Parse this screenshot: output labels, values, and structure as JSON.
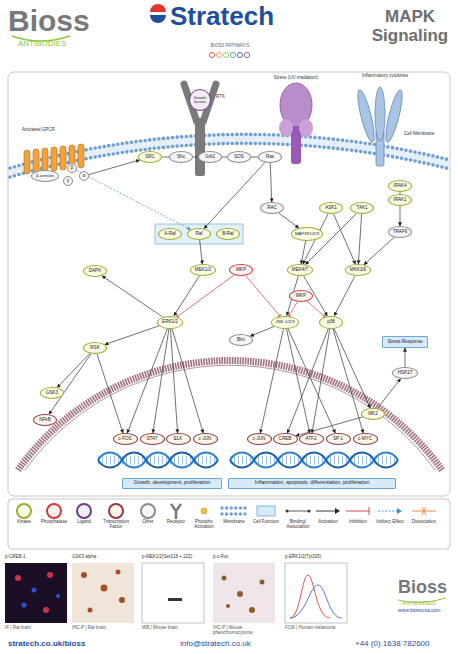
{
  "diagram": {
    "title": "MAPK Signaling",
    "nodes": [
      {
        "text": [
          "Growth factors"
        ]
      },
      {
        "text": [
          "β-arrestin"
        ]
      },
      {
        "text": [
          "β"
        ]
      },
      {
        "text": [
          "γ"
        ]
      },
      {
        "text": [
          "α"
        ]
      },
      {
        "text": [
          "SRC"
        ]
      },
      {
        "text": [
          "Shc"
        ]
      },
      {
        "text": [
          "Grb2"
        ]
      },
      {
        "text": [
          "SOS"
        ]
      },
      {
        "text": [
          "Ras"
        ]
      },
      {
        "text": [
          "RAC"
        ]
      },
      {
        "text": [
          "MAP3K1/2/3"
        ]
      },
      {
        "text": [
          "ASK1"
        ]
      },
      {
        "text": [
          "TAK1"
        ]
      },
      {
        "text": [
          "IRAK4"
        ]
      },
      {
        "text": [
          "IRAK1"
        ]
      },
      {
        "text": [
          "TRAF6"
        ]
      },
      {
        "text": [
          "A-Raf"
        ]
      },
      {
        "text": [
          "Raf"
        ]
      },
      {
        "text": [
          "B-Raf"
        ]
      },
      {
        "text": [
          "DAPK"
        ]
      },
      {
        "text": [
          "MEK1/2"
        ]
      },
      {
        "text": [
          "MKP"
        ]
      },
      {
        "text": [
          "MEK4/7"
        ]
      },
      {
        "text": [
          "MKK3/6"
        ]
      },
      {
        "text": [
          "MKP"
        ]
      },
      {
        "text": [
          "ERK1/2"
        ]
      },
      {
        "text": [
          "JNK 1/2/3"
        ]
      },
      {
        "text": [
          "p38"
        ]
      },
      {
        "text": [
          "Bim"
        ]
      },
      {
        "text": [
          "RSK"
        ]
      },
      {
        "text": [
          "Stress Response"
        ]
      },
      {
        "text": [
          "HSP27"
        ]
      },
      {
        "text": [
          "GSK3"
        ]
      },
      {
        "text": [
          "NFkB"
        ]
      },
      {
        "text": [
          "MK2"
        ]
      },
      {
        "text": [
          "c-FOS"
        ]
      },
      {
        "text": [
          "STAT"
        ]
      },
      {
        "text": [
          "ELK"
        ]
      },
      {
        "text": [
          "c-JUN"
        ]
      },
      {
        "text": [
          "c-JUN"
        ]
      },
      {
        "text": [
          "CREB"
        ]
      },
      {
        "text": [
          "ATF2"
        ]
      },
      {
        "text": [
          "SP-1"
        ]
      },
      {
        "text": [
          "c-MYC"
        ]
      },
      {
        "text": [
          "Growth, development, proliferation"
        ]
      },
      {
        "text": [
          "Inflammation, apoptosis, differentiation, proliferation"
        ]
      }
    ],
    "edges": [
      {
        "from": 4,
        "to": 5,
        "arrow": "to"
      },
      {
        "from": 5,
        "to": 6,
        "arrow": "none"
      },
      {
        "from": 6,
        "to": 7,
        "arrow": "none"
      },
      {
        "from": 7,
        "to": 8,
        "arrow": "none"
      },
      {
        "from": 8,
        "to": 9,
        "arrow": "none"
      },
      {
        "from": 2,
        "to": 18,
        "arrow": "to"
      },
      {
        "from": 9,
        "to": 18,
        "arrow": "to"
      },
      {
        "from": 9,
        "to": 10,
        "arrow": "to"
      },
      {
        "from": 10,
        "to": 11,
        "arrow": "to"
      },
      {
        "from": 12,
        "to": 23,
        "arrow": "to"
      },
      {
        "from": 12,
        "to": 24,
        "arrow": "to"
      },
      {
        "from": 13,
        "to": 24,
        "arrow": "to"
      },
      {
        "from": 13,
        "to": 23,
        "arrow": "to"
      },
      {
        "from": 14,
        "to": 15,
        "arrow": "none"
      },
      {
        "from": 15,
        "to": 16,
        "arrow": "to"
      },
      {
        "from": 16,
        "to": 24,
        "arrow": "to"
      },
      {
        "from": 11,
        "to": 23,
        "arrow": "to"
      },
      {
        "from": 18,
        "to": 21,
        "arrow": "to"
      },
      {
        "from": 21,
        "to": 26,
        "arrow": "to"
      },
      {
        "from": 22,
        "to": 26,
        "arrow": "to"
      },
      {
        "from": 22,
        "to": 27,
        "arrow": "to"
      },
      {
        "from": 23,
        "to": 27,
        "arrow": "to"
      },
      {
        "from": 24,
        "to": 28,
        "arrow": "to"
      },
      {
        "from": 23,
        "to": 28,
        "arrow": "to"
      },
      {
        "from": 25,
        "to": 27,
        "arrow": "to"
      },
      {
        "from": 25,
        "to": 28,
        "arrow": "to"
      },
      {
        "from": 26,
        "to": 20,
        "arrow": "to"
      },
      {
        "from": 26,
        "to": 30,
        "arrow": "to"
      },
      {
        "from": 26,
        "to": 36,
        "arrow": "to"
      },
      {
        "from": 26,
        "to": 37,
        "arrow": "to"
      },
      {
        "from": 26,
        "to": 38,
        "arrow": "to"
      },
      {
        "from": 26,
        "to": 39,
        "arrow": "to"
      },
      {
        "from": 27,
        "to": 29,
        "arrow": "to"
      },
      {
        "from": 27,
        "to": 40,
        "arrow": "to"
      },
      {
        "from": 27,
        "to": 42,
        "arrow": "to"
      },
      {
        "from": 27,
        "to": 43,
        "arrow": "to"
      },
      {
        "from": 28,
        "to": 41,
        "arrow": "to"
      },
      {
        "from": 28,
        "to": 42,
        "arrow": "to"
      },
      {
        "from": 28,
        "to": 44,
        "arrow": "to"
      },
      {
        "from": 28,
        "to": 35,
        "arrow": "to"
      },
      {
        "from": 35,
        "to": 32,
        "arrow": "to"
      },
      {
        "from": 32,
        "to": 31,
        "arrow": "to"
      },
      {
        "from": 30,
        "to": 33,
        "arrow": "to"
      },
      {
        "from": 30,
        "to": 34,
        "arrow": "to"
      },
      {
        "from": 30,
        "to": 36,
        "arrow": "to"
      },
      {
        "from": 35,
        "to": 41,
        "arrow": "to"
      }
    ],
    "labels": [
      "Bioss",
      "ANTIBODIES",
      "Stratech",
      "BIOSS PATHWAYS",
      "Activated GPCR",
      "RTK",
      "Stress (UV irradiation)",
      "Inflammatory cytokines",
      "Cell Membrane",
      "p-CREB-1",
      "GSK3 alpha",
      "p-MEK1/2(Ser218 + 222)",
      "p-c-Fos",
      "p-ERK1/2(Tyr205)",
      "IF | Rat brain",
      "IHC-P | Rat brain",
      "WB | Mouse brain",
      "IHC-P | Mouse pheochromocytoma",
      "FCM | Human melanoma",
      "Bioss",
      "ANTIBODIES",
      "www.biossusa.com",
      "stratech.co.uk/bioss",
      "info@stratech.co.uk",
      "+44 (0) 1638 782600"
    ],
    "legend": [
      {
        "text": "Kinase"
      },
      {
        "text": "Phosphatase"
      },
      {
        "text": "Ligand"
      },
      {
        "text": "Transcription Factor"
      },
      {
        "text": "Other"
      },
      {
        "text": "Receptor"
      },
      {
        "text": "Phospho Activation"
      },
      {
        "text": "Membrane"
      },
      {
        "text": "Cell Function",
        "color": "#d6eaf8"
      },
      {
        "text": "Binding/ Association"
      },
      {
        "text": "Activation"
      },
      {
        "text": "Inhibition"
      },
      {
        "text": "Indirect Effect"
      },
      {
        "text": "Dissociation"
      }
    ]
  }
}
